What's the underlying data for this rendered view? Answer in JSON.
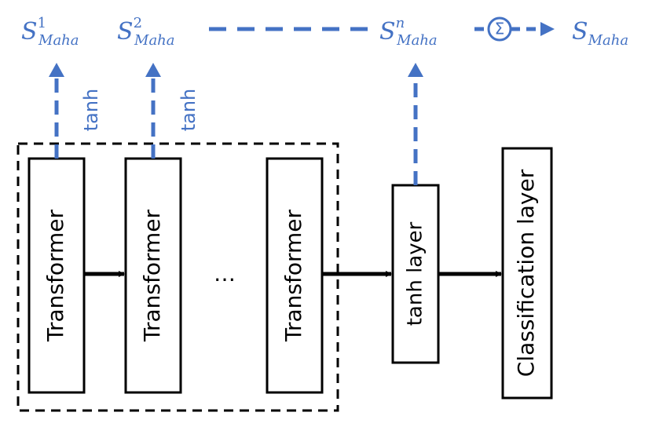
{
  "blocks": {
    "transformer_1": "Transformer",
    "transformer_2": "Transformer",
    "ellipsis": "…",
    "transformer_n": "Transformer",
    "tanh_layer": "tanh layer",
    "classification_layer": "Classification layer"
  },
  "activation_labels": {
    "tanh_1": "tanh",
    "tanh_2": "tanh"
  },
  "scores": {
    "s1": {
      "base": "S",
      "sup": "1",
      "sub": "Maha"
    },
    "s2": {
      "base": "S",
      "sup": "2",
      "sub": "Maha"
    },
    "sn": {
      "base": "S",
      "sup": "n",
      "sub": "Maha"
    },
    "sum_symbol": "Σ",
    "output": {
      "base": "S",
      "sub": "Maha"
    }
  },
  "colors": {
    "accent": "#4472C4",
    "stroke": "#000000"
  }
}
